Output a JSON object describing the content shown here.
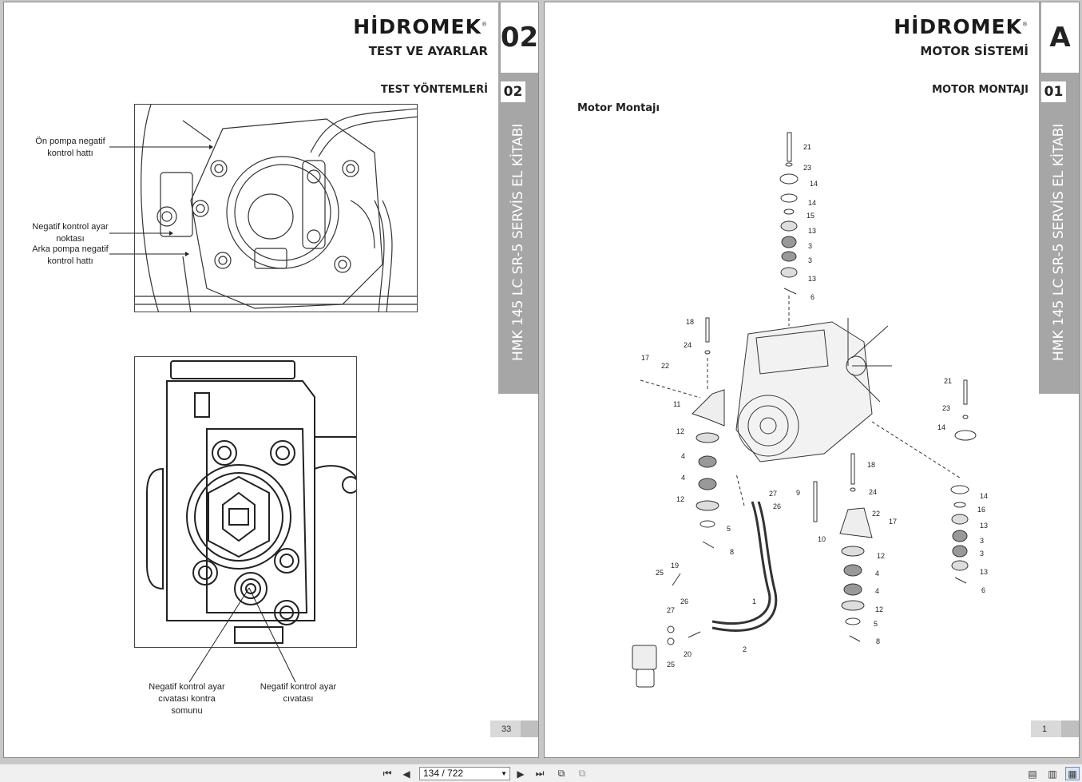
{
  "left_page": {
    "logo": "HİDROMEK",
    "chapter_title": "TEST VE AYARLAR",
    "chapter_number": "02",
    "section_title": "TEST YÖNTEMLERİ",
    "section_number": "02",
    "book_title": "HMK 145 LC SR-5 SERVİS EL KİTABI",
    "page_number": "33",
    "labels": {
      "front_pump": "Ön pompa negatif kontrol hattı",
      "adjust_point": "Negatif kontrol ayar noktası",
      "rear_pump": "Arka pompa negatif kontrol hattı",
      "lock_nut": "Negatif kontrol ayar cıvatası kontra somunu",
      "adjust_bolt": "Negatif kontrol ayar cıvatası"
    }
  },
  "right_page": {
    "logo": "HİDROMEK",
    "chapter_title": "MOTOR SİSTEMİ",
    "chapter_letter": "A",
    "section_title": "MOTOR MONTAJI",
    "section_number": "01",
    "book_title": "HMK 145 LC SR-5 SERVİS EL KİTABI",
    "heading": "Motor Montajı",
    "page_number": "1",
    "callouts": [
      "21",
      "23",
      "14",
      "14",
      "15",
      "13",
      "3",
      "3",
      "13",
      "6",
      "18",
      "24",
      "17",
      "22",
      "11",
      "12",
      "4",
      "4",
      "12",
      "5",
      "8",
      "21",
      "23",
      "14",
      "18",
      "24",
      "9",
      "27",
      "26",
      "22",
      "17",
      "10",
      "12",
      "4",
      "4",
      "12",
      "5",
      "8",
      "14",
      "16",
      "13",
      "3",
      "3",
      "13",
      "6",
      "1",
      "2",
      "19",
      "25",
      "26",
      "27",
      "20",
      "25"
    ]
  },
  "toolbar": {
    "page_display": "134 / 722",
    "first_icon": "first-page-icon",
    "prev_icon": "prev-page-icon",
    "next_icon": "next-page-icon",
    "last_icon": "last-page-icon"
  }
}
